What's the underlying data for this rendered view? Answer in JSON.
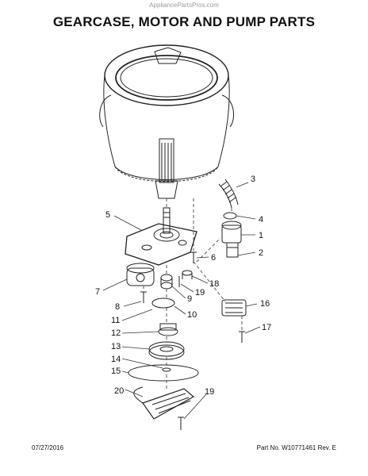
{
  "watermark": "AppliancePartsPros.com",
  "title": "GEARCASE, MOTOR AND PUMP PARTS",
  "callouts": {
    "c1": "1",
    "c2": "2",
    "c3": "3",
    "c4": "4",
    "c5": "5",
    "c6": "6",
    "c7": "7",
    "c8": "8",
    "c9": "9",
    "c10": "10",
    "c11": "11",
    "c12": "12",
    "c13": "13",
    "c14": "14",
    "c15": "15",
    "c16": "16",
    "c17": "17",
    "c18": "18",
    "c19a": "19",
    "c19b": "19",
    "c20": "20"
  },
  "footer": {
    "date": "07/27/2016",
    "part": "Part No. W10771461  Rev. E"
  }
}
